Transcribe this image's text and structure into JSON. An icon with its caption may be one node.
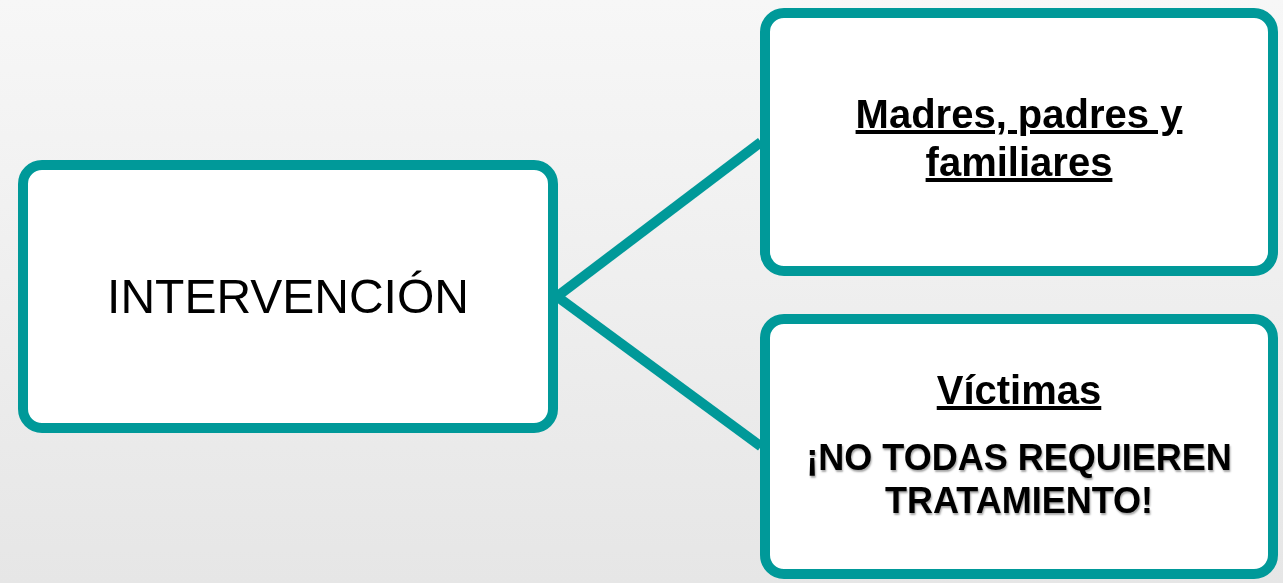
{
  "diagram": {
    "nodes": [
      {
        "text": [
          "INTERVENCIÓN"
        ]
      },
      {
        "text": [
          "Madres, padres y familiares"
        ]
      },
      {
        "text": [
          "Víctimas",
          "¡NO TODAS REQUIEREN TRATAMIENTO!"
        ]
      }
    ],
    "edges": [
      {
        "from": 0,
        "to": 1,
        "arrow": "none"
      },
      {
        "from": 0,
        "to": 2,
        "arrow": "none"
      }
    ]
  }
}
